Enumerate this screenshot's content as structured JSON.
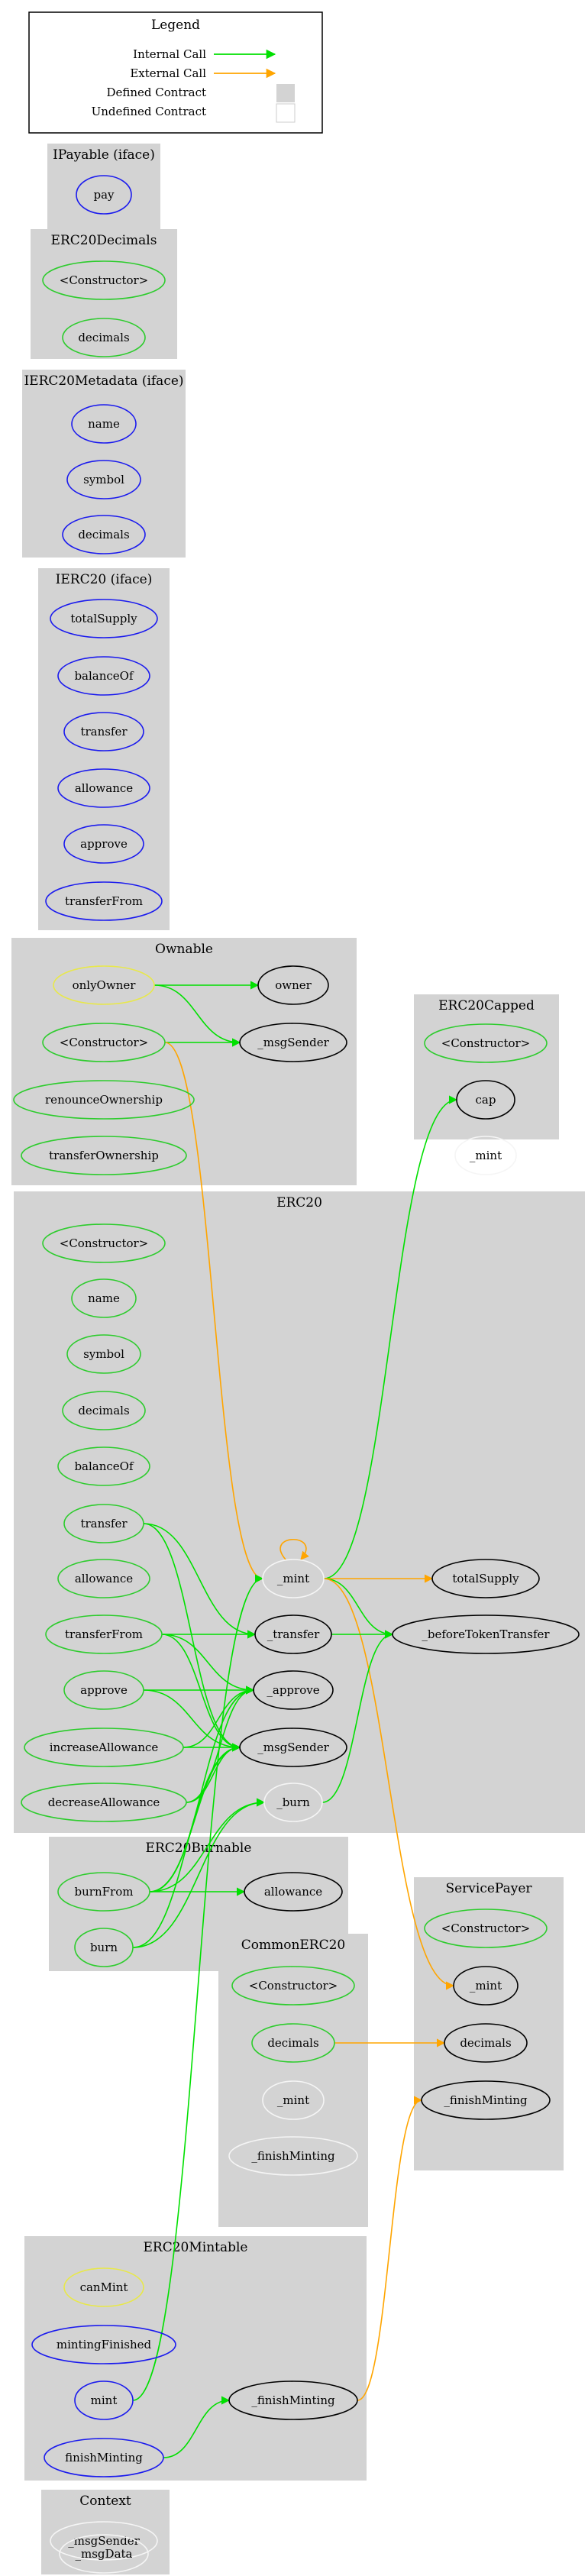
{
  "colors": {
    "internal_call": "#00e000",
    "external_call": "#ffa500",
    "public_function": "#2dcc2d",
    "interface_function": "#1a1aee",
    "modifier": "#e8e84a",
    "internal_function": "#000000",
    "undefined_function": "#f5f5f5",
    "cluster_background": "#d3d3d3"
  },
  "legend": {
    "title": "Legend",
    "internal_call": "Internal Call",
    "external_call": "External Call",
    "defined_contract": "Defined Contract",
    "undefined_contract": "Undefined Contract"
  },
  "clusters": [
    {
      "id": "ipayable",
      "title": "IPayable  (iface)"
    },
    {
      "id": "erc20decimals",
      "title": "ERC20Decimals"
    },
    {
      "id": "ierc20metadata",
      "title": "IERC20Metadata  (iface)"
    },
    {
      "id": "ierc20",
      "title": "IERC20  (iface)"
    },
    {
      "id": "ownable",
      "title": "Ownable"
    },
    {
      "id": "erc20capped",
      "title": "ERC20Capped"
    },
    {
      "id": "erc20",
      "title": "ERC20"
    },
    {
      "id": "erc20burnable",
      "title": "ERC20Burnable"
    },
    {
      "id": "servicepayer",
      "title": "ServicePayer"
    },
    {
      "id": "commonerc20",
      "title": "CommonERC20"
    },
    {
      "id": "erc20mintable",
      "title": "ERC20Mintable"
    },
    {
      "id": "context",
      "title": "Context"
    }
  ],
  "nodes": [
    {
      "id": "ipayable_pay",
      "label": "pay",
      "kind": "interface_function"
    },
    {
      "id": "erc20decimals_ctor",
      "label": "<Constructor>",
      "kind": "public_function"
    },
    {
      "id": "erc20decimals_decimals",
      "label": "decimals",
      "kind": "public_function"
    },
    {
      "id": "ierc20metadata_name",
      "label": "name",
      "kind": "interface_function"
    },
    {
      "id": "ierc20metadata_symbol",
      "label": "symbol",
      "kind": "interface_function"
    },
    {
      "id": "ierc20metadata_decimals",
      "label": "decimals",
      "kind": "interface_function"
    },
    {
      "id": "ierc20_totalSupply",
      "label": "totalSupply",
      "kind": "interface_function"
    },
    {
      "id": "ierc20_balanceOf",
      "label": "balanceOf",
      "kind": "interface_function"
    },
    {
      "id": "ierc20_transfer",
      "label": "transfer",
      "kind": "interface_function"
    },
    {
      "id": "ierc20_allowance",
      "label": "allowance",
      "kind": "interface_function"
    },
    {
      "id": "ierc20_approve",
      "label": "approve",
      "kind": "interface_function"
    },
    {
      "id": "ierc20_transferFrom",
      "label": "transferFrom",
      "kind": "interface_function"
    },
    {
      "id": "ownable_onlyOwner",
      "label": "onlyOwner",
      "kind": "modifier"
    },
    {
      "id": "ownable_owner",
      "label": "owner",
      "kind": "internal_function"
    },
    {
      "id": "ownable_ctor",
      "label": "<Constructor>",
      "kind": "public_function"
    },
    {
      "id": "ownable_msgSender",
      "label": "_msgSender",
      "kind": "internal_function"
    },
    {
      "id": "ownable_renounceOwnership",
      "label": "renounceOwnership",
      "kind": "public_function"
    },
    {
      "id": "ownable_transferOwnership",
      "label": "transferOwnership",
      "kind": "public_function"
    },
    {
      "id": "erc20capped_ctor",
      "label": "<Constructor>",
      "kind": "public_function"
    },
    {
      "id": "erc20capped_cap",
      "label": "cap",
      "kind": "internal_function"
    },
    {
      "id": "erc20capped_mint",
      "label": "_mint",
      "kind": "undefined_function"
    },
    {
      "id": "erc20_ctor",
      "label": "<Constructor>",
      "kind": "public_function"
    },
    {
      "id": "erc20_name",
      "label": "name",
      "kind": "public_function"
    },
    {
      "id": "erc20_symbol",
      "label": "symbol",
      "kind": "public_function"
    },
    {
      "id": "erc20_decimals",
      "label": "decimals",
      "kind": "public_function"
    },
    {
      "id": "erc20_balanceOf",
      "label": "balanceOf",
      "kind": "public_function"
    },
    {
      "id": "erc20_transfer",
      "label": "transfer",
      "kind": "public_function"
    },
    {
      "id": "erc20_mint",
      "label": "_mint",
      "kind": "undefined_function"
    },
    {
      "id": "erc20_totalSupply",
      "label": "totalSupply",
      "kind": "internal_function"
    },
    {
      "id": "erc20_allowance",
      "label": "allowance",
      "kind": "public_function"
    },
    {
      "id": "erc20_transferFrom",
      "label": "transferFrom",
      "kind": "public_function"
    },
    {
      "id": "erc20__transfer",
      "label": "_transfer",
      "kind": "internal_function"
    },
    {
      "id": "erc20_beforeTokenTransfer",
      "label": "_beforeTokenTransfer",
      "kind": "internal_function"
    },
    {
      "id": "erc20_approve",
      "label": "approve",
      "kind": "public_function"
    },
    {
      "id": "erc20__approve",
      "label": "_approve",
      "kind": "internal_function"
    },
    {
      "id": "erc20_increaseAllowance",
      "label": "increaseAllowance",
      "kind": "public_function"
    },
    {
      "id": "erc20_msgSender",
      "label": "_msgSender",
      "kind": "internal_function"
    },
    {
      "id": "erc20_decreaseAllowance",
      "label": "decreaseAllowance",
      "kind": "public_function"
    },
    {
      "id": "erc20_burn",
      "label": "_burn",
      "kind": "undefined_function"
    },
    {
      "id": "erc20burnable_burnFrom",
      "label": "burnFrom",
      "kind": "public_function"
    },
    {
      "id": "erc20burnable_allowance",
      "label": "allowance",
      "kind": "internal_function"
    },
    {
      "id": "erc20burnable_burn",
      "label": "burn",
      "kind": "public_function"
    },
    {
      "id": "servicepayer_ctor",
      "label": "<Constructor>",
      "kind": "public_function"
    },
    {
      "id": "servicepayer_mint",
      "label": "_mint",
      "kind": "internal_function"
    },
    {
      "id": "servicepayer_decimals",
      "label": "decimals",
      "kind": "internal_function"
    },
    {
      "id": "servicepayer_finishMinting",
      "label": "_finishMinting",
      "kind": "internal_function"
    },
    {
      "id": "commonerc20_ctor",
      "label": "<Constructor>",
      "kind": "public_function"
    },
    {
      "id": "commonerc20_decimals",
      "label": "decimals",
      "kind": "public_function"
    },
    {
      "id": "commonerc20_mint",
      "label": "_mint",
      "kind": "undefined_function"
    },
    {
      "id": "commonerc20_finishMinting",
      "label": "_finishMinting",
      "kind": "undefined_function"
    },
    {
      "id": "erc20mintable_canMint",
      "label": "canMint",
      "kind": "modifier"
    },
    {
      "id": "erc20mintable_mintingFinished",
      "label": "mintingFinished",
      "kind": "interface_function"
    },
    {
      "id": "erc20mintable_mint",
      "label": "mint",
      "kind": "interface_function"
    },
    {
      "id": "erc20mintable_finishMintingInternal",
      "label": "_finishMinting",
      "kind": "internal_function"
    },
    {
      "id": "erc20mintable_finishMinting",
      "label": "finishMinting",
      "kind": "interface_function"
    },
    {
      "id": "context_msgSender",
      "label": "_msgSender",
      "kind": "undefined_function"
    },
    {
      "id": "context_msgData",
      "label": "_msgData",
      "kind": "undefined_function"
    }
  ],
  "edges": [
    {
      "from": "ownable_onlyOwner",
      "to": "ownable_owner",
      "kind": "internal_call"
    },
    {
      "from": "ownable_onlyOwner",
      "to": "ownable_msgSender",
      "kind": "internal_call"
    },
    {
      "from": "ownable_ctor",
      "to": "ownable_msgSender",
      "kind": "internal_call"
    },
    {
      "from": "ownable_ctor",
      "to": "erc20_mint",
      "kind": "external_call"
    },
    {
      "from": "erc20_mint",
      "to": "erc20capped_cap",
      "kind": "internal_call"
    },
    {
      "from": "erc20_mint",
      "to": "erc20_mint",
      "kind": "external_call"
    },
    {
      "from": "erc20_mint",
      "to": "erc20_totalSupply",
      "kind": "external_call"
    },
    {
      "from": "erc20_mint",
      "to": "erc20_beforeTokenTransfer",
      "kind": "internal_call"
    },
    {
      "from": "erc20_mint",
      "to": "servicepayer_mint",
      "kind": "external_call"
    },
    {
      "from": "erc20_transfer",
      "to": "erc20__transfer",
      "kind": "internal_call"
    },
    {
      "from": "erc20_transfer",
      "to": "erc20_msgSender",
      "kind": "internal_call"
    },
    {
      "from": "erc20_transferFrom",
      "to": "erc20__transfer",
      "kind": "internal_call"
    },
    {
      "from": "erc20_transferFrom",
      "to": "erc20__approve",
      "kind": "internal_call"
    },
    {
      "from": "erc20_transferFrom",
      "to": "erc20_msgSender",
      "kind": "internal_call"
    },
    {
      "from": "erc20__transfer",
      "to": "erc20_beforeTokenTransfer",
      "kind": "internal_call"
    },
    {
      "from": "erc20_approve",
      "to": "erc20__approve",
      "kind": "internal_call"
    },
    {
      "from": "erc20_approve",
      "to": "erc20_msgSender",
      "kind": "internal_call"
    },
    {
      "from": "erc20_increaseAllowance",
      "to": "erc20__approve",
      "kind": "internal_call"
    },
    {
      "from": "erc20_increaseAllowance",
      "to": "erc20_msgSender",
      "kind": "internal_call"
    },
    {
      "from": "erc20_decreaseAllowance",
      "to": "erc20__approve",
      "kind": "internal_call"
    },
    {
      "from": "erc20_decreaseAllowance",
      "to": "erc20_msgSender",
      "kind": "internal_call"
    },
    {
      "from": "erc20_burn",
      "to": "erc20_beforeTokenTransfer",
      "kind": "internal_call"
    },
    {
      "from": "erc20burnable_burnFrom",
      "to": "erc20burnable_allowance",
      "kind": "internal_call"
    },
    {
      "from": "erc20burnable_burnFrom",
      "to": "erc20__approve",
      "kind": "internal_call"
    },
    {
      "from": "erc20burnable_burnFrom",
      "to": "erc20_msgSender",
      "kind": "internal_call"
    },
    {
      "from": "erc20burnable_burnFrom",
      "to": "erc20_burn",
      "kind": "internal_call"
    },
    {
      "from": "erc20burnable_burn",
      "to": "erc20_msgSender",
      "kind": "internal_call"
    },
    {
      "from": "erc20burnable_burn",
      "to": "erc20_burn",
      "kind": "internal_call"
    },
    {
      "from": "commonerc20_decimals",
      "to": "servicepayer_decimals",
      "kind": "external_call"
    },
    {
      "from": "erc20mintable_mint",
      "to": "erc20_mint",
      "kind": "internal_call"
    },
    {
      "from": "erc20mintable_finishMinting",
      "to": "erc20mintable_finishMintingInternal",
      "kind": "internal_call"
    },
    {
      "from": "erc20mintable_finishMintingInternal",
      "to": "servicepayer_finishMinting",
      "kind": "external_call"
    }
  ]
}
